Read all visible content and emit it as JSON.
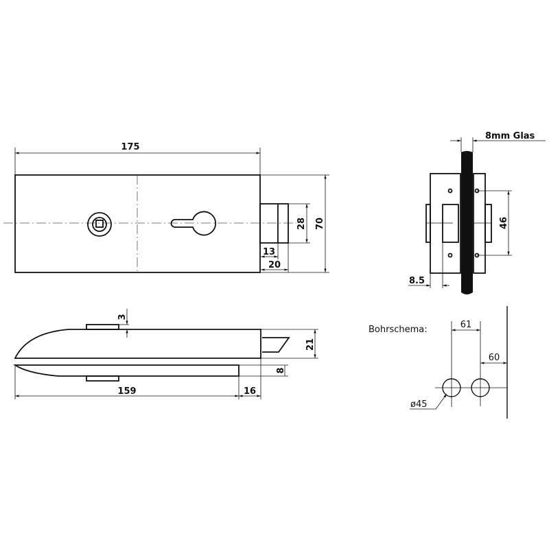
{
  "front_view": {
    "width_dim": "175",
    "height_dim": "70",
    "latch_height_dim": "28",
    "latch_inner_dim": "13",
    "latch_outer_dim": "20"
  },
  "side_view": {
    "tab_dim": "3",
    "body_height_dim": "21",
    "plate_thickness_dim": "8",
    "plate_length_dim": "159",
    "offset_dim": "16"
  },
  "section_view": {
    "glass_label": "8mm  Glas",
    "hole_spacing_dim": "46",
    "edge_dim": "8.5"
  },
  "drilling": {
    "title": "Bohrschema:",
    "spacing_dim": "61",
    "edge_dim": "60",
    "diameter_label": "ø45"
  },
  "colors": {
    "line": "#111111",
    "glass": "#111111",
    "background": "#ffffff"
  }
}
